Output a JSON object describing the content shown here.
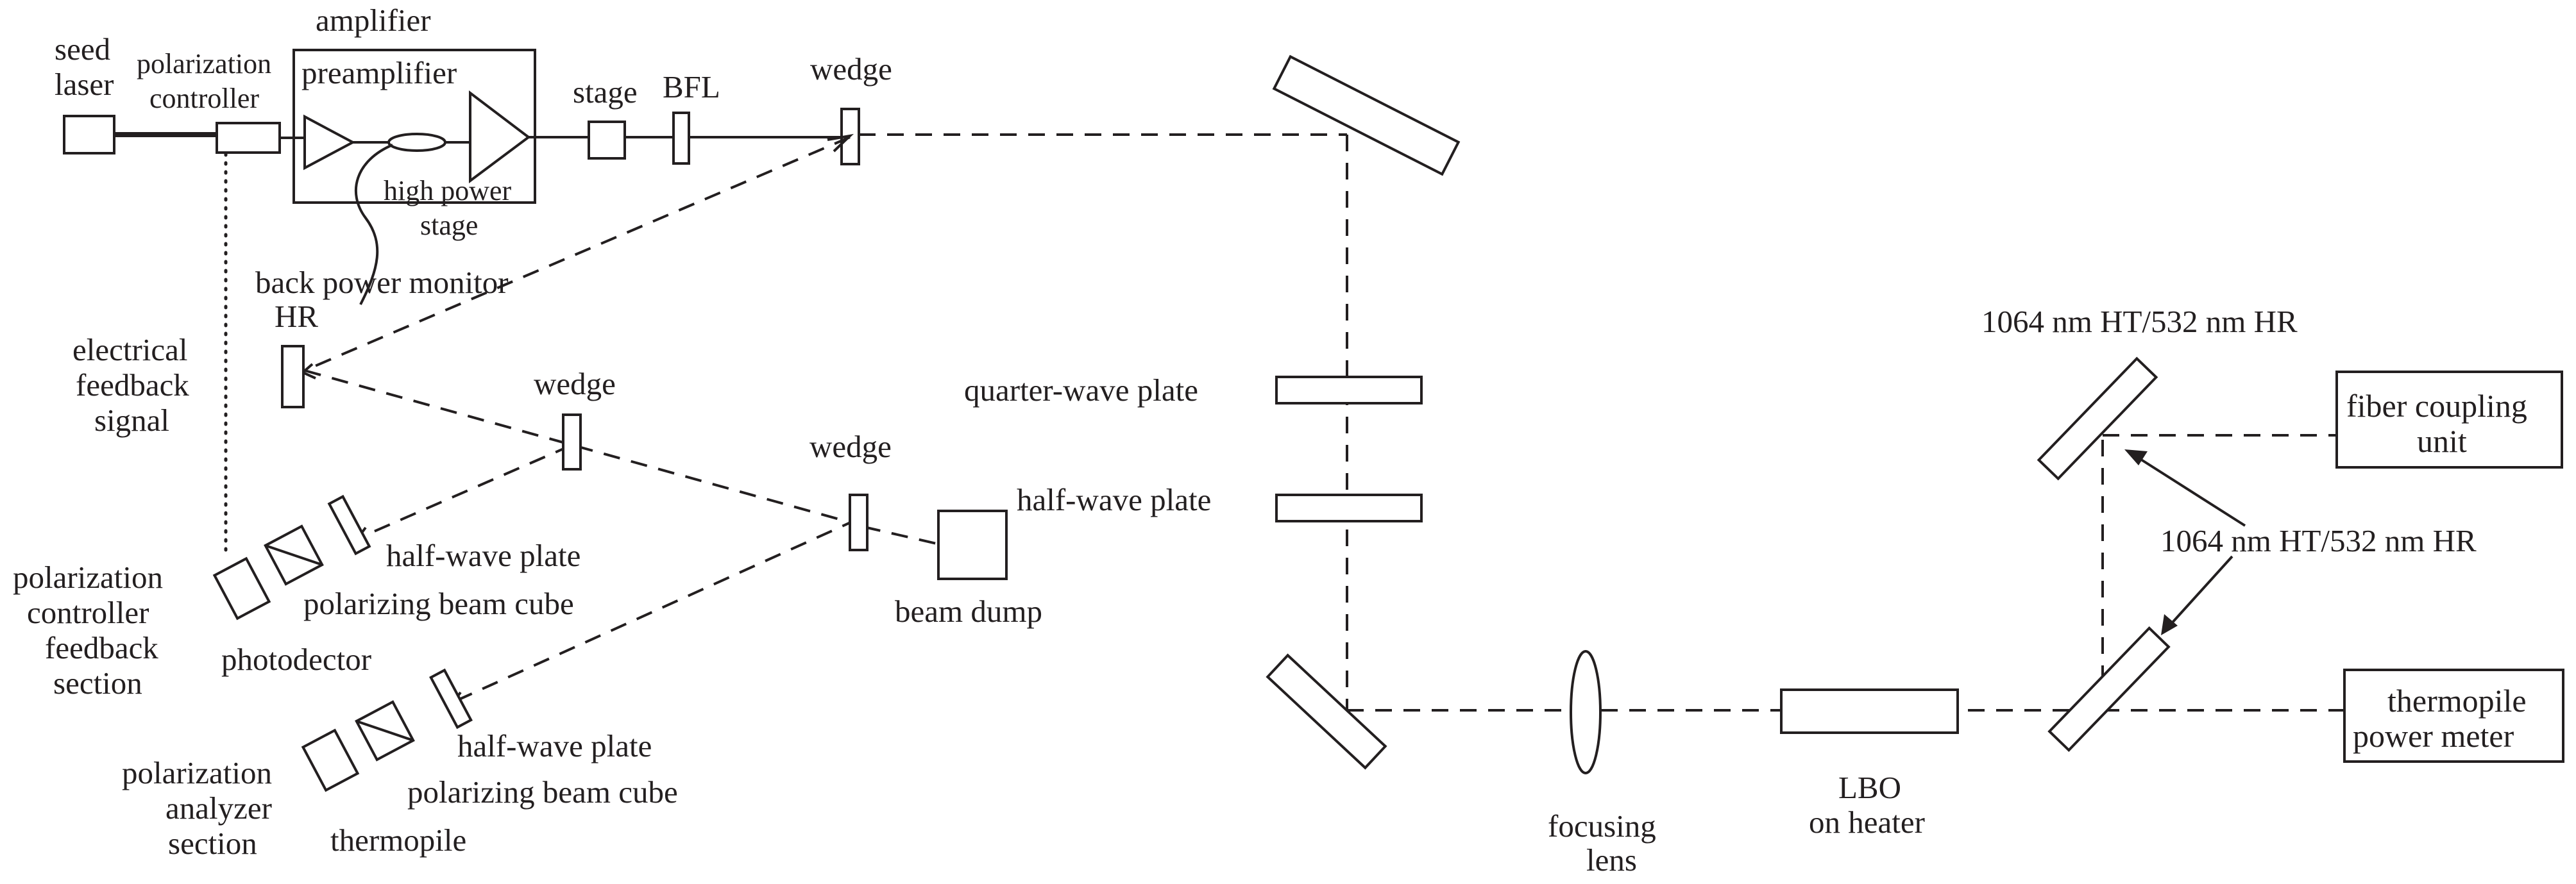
{
  "labels": {
    "seed_laser_1": "seed",
    "seed_laser_2": "laser",
    "pol_ctrl_1": "polarization",
    "pol_ctrl_2": "controller",
    "amplifier": "amplifier",
    "preamplifier": "preamplifier",
    "high_power_1": "high power",
    "high_power_2": "stage",
    "stage": "stage",
    "bfl": "BFL",
    "wedge_top": "wedge",
    "back_power_monitor": "back power monitor",
    "hr": "HR",
    "elec_fb_1": "electrical",
    "elec_fb_2": "feedback",
    "elec_fb_3": "signal",
    "wedge_mid": "wedge",
    "wedge_low": "wedge",
    "hwp_1": "half-wave plate",
    "pbc_1": "polarizing beam cube",
    "pcfs_1": "polarization",
    "pcfs_2": "controller",
    "pcfs_3": "feedback",
    "pcfs_4": "section",
    "photodector": "photodector",
    "beam_dump": "beam dump",
    "hwp_2": "half-wave plate",
    "pbc_2": "polarizing beam cube",
    "pas_1": "polarization",
    "pas_2": "analyzer",
    "pas_3": "section",
    "thermopile": "thermopile",
    "quarter_wave": "quarter-wave plate",
    "half_wave": "half-wave plate",
    "focusing_lens_1": "focusing",
    "focusing_lens_2": "lens",
    "lbo_1": "LBO",
    "lbo_2": "on heater",
    "mirror_top": "1064 nm HT/532 nm HR",
    "mirror_mid": "1064 nm HT/532 nm HR",
    "fiber_1": "fiber coupling",
    "fiber_2": "unit",
    "thermo_meter_1": "thermopile",
    "thermo_meter_2": "power meter"
  }
}
